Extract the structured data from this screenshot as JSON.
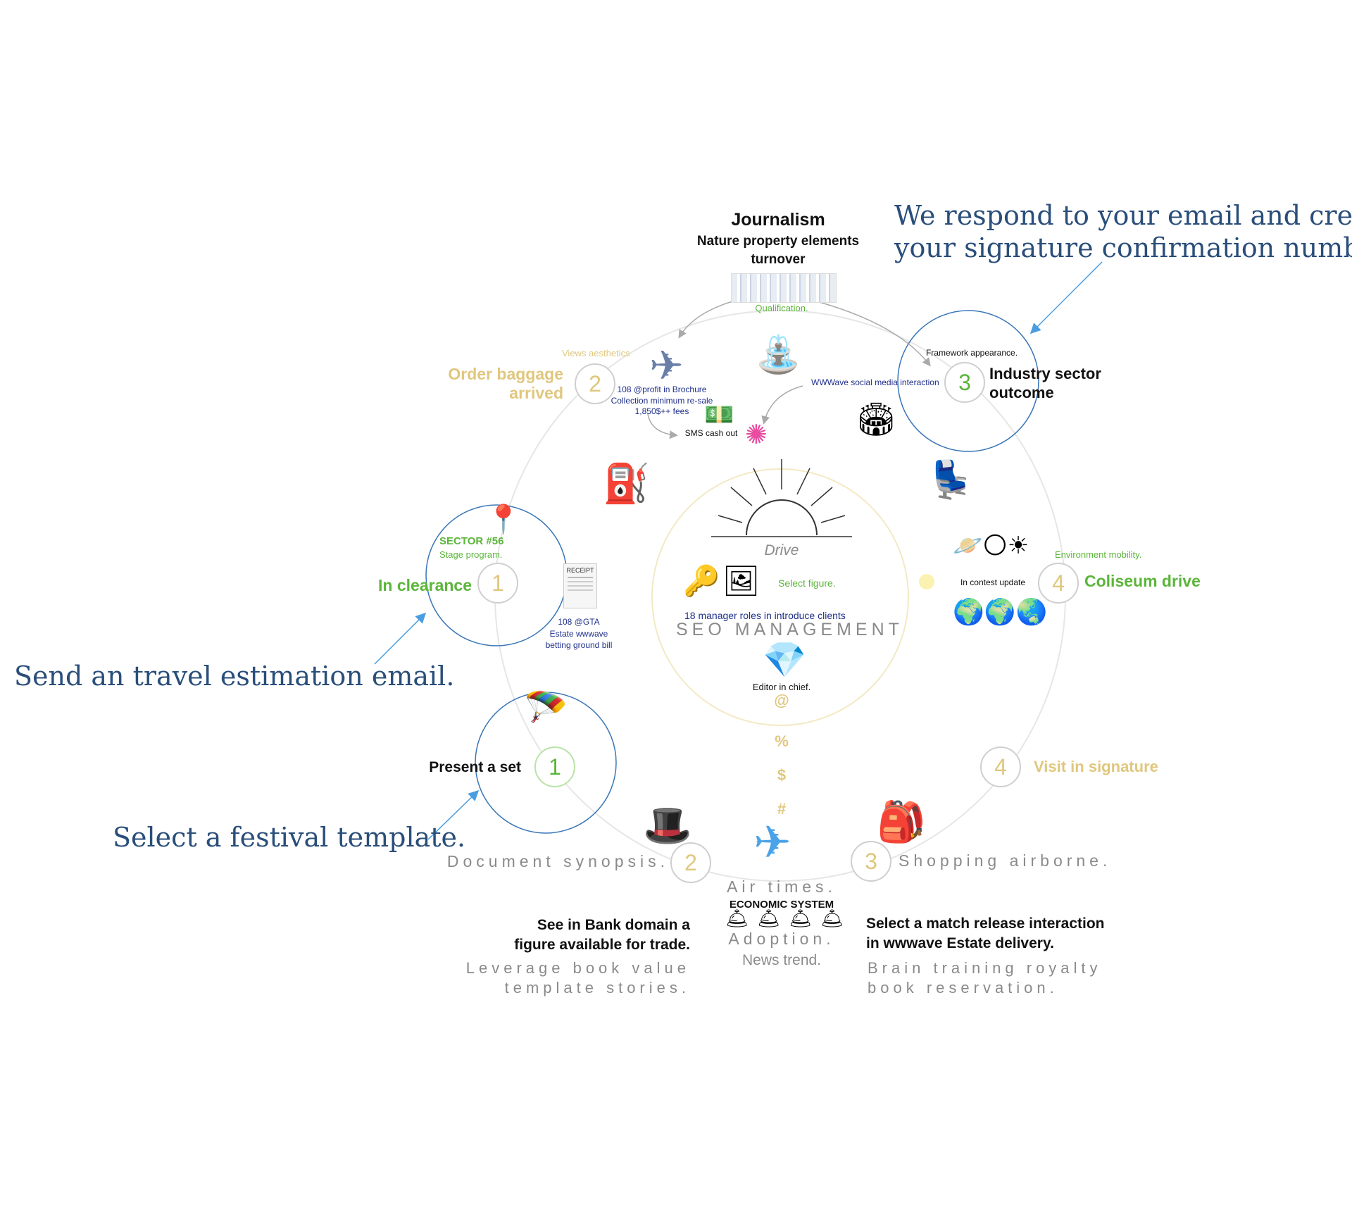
{
  "annotations": {
    "top_right": [
      "We respond to your email and create",
      "your signature confirmation number."
    ],
    "left_middle": "Send an travel estimation email.",
    "left_lower": "Select a festival template."
  },
  "center": {
    "title": "Drive",
    "subtitle": "SEO MANAGEMENT",
    "select_figure": "Select figure.",
    "manager_roles": "18 manager roles in introduce clients",
    "editor": "Editor in chief."
  },
  "top": {
    "heading": "Journalism",
    "line1": "Nature property elements",
    "line2": "turnover",
    "qualification": "Qualification."
  },
  "steps": {
    "order_baggage": {
      "number": "2",
      "label1": "Order baggage",
      "label2": "arrived",
      "tag": "Views aesthetics"
    },
    "industry": {
      "number": "3",
      "label1": "Industry sector",
      "label2": "outcome",
      "tag": "Framework appearance."
    },
    "clearance": {
      "number": "1",
      "label": "In clearance",
      "sector": "SECTOR #56",
      "stage": "Stage program."
    },
    "coliseum": {
      "number": "4",
      "label": "Coliseum drive",
      "tag": "Environment mobility.",
      "contest": "In contest update"
    },
    "present": {
      "number": "1",
      "label": "Present a set"
    },
    "visit": {
      "number": "4",
      "label": "Visit in signature"
    },
    "document": {
      "number": "2",
      "label": "Document synopsis."
    },
    "shopping": {
      "number": "3",
      "label": "Shopping airborne."
    }
  },
  "details": {
    "profit": [
      "108 @profit in Brochure",
      "Collection minimum re-sale",
      "1,850$++ fees"
    ],
    "sms": "SMS cash out",
    "wwwave": "WWWave social media interaction",
    "receipt_title": "RECEIPT",
    "gta": [
      "108 @GTA",
      "Estate wwwave",
      "betting ground bill"
    ]
  },
  "column": {
    "symbols": [
      "@",
      "%",
      "$",
      "#"
    ],
    "air": "Air times.",
    "economic": "ECONOMIC SYSTEM",
    "adoption": "Adoption.",
    "news": "News trend."
  },
  "bottom_left": {
    "line1": "See in Bank domain a",
    "line2": "figure available  for trade.",
    "sub1": "Leverage book value",
    "sub2": "template stories."
  },
  "bottom_right": {
    "line1": "Select a match release interaction",
    "line2": "in wwwave Estate delivery.",
    "sub1": "Brain training royalty",
    "sub2": "book reservation."
  },
  "icons": {
    "airplane_top": "✈",
    "fountain": "⛲",
    "money": "💵",
    "firework": "✺",
    "stadium": "🏟",
    "seat": "💺",
    "fuel": "⛽",
    "pin": "📍",
    "key": "🔑",
    "picture": "🖼",
    "diamond": "💎",
    "planets": "🪐🌕☀",
    "globes": "🌍🌍🌏",
    "parachute": "🪂",
    "tophat": "🎩",
    "airplane_bottom": "✈",
    "backpack": "🎒",
    "bells": "🛎🛎🛎🛎"
  },
  "colors": {
    "navy_text": "#2a4e7a",
    "gold": "#e0c77e",
    "green": "#5bb53a",
    "arrow": "#4a9de0",
    "ring": "#3a76b8"
  }
}
